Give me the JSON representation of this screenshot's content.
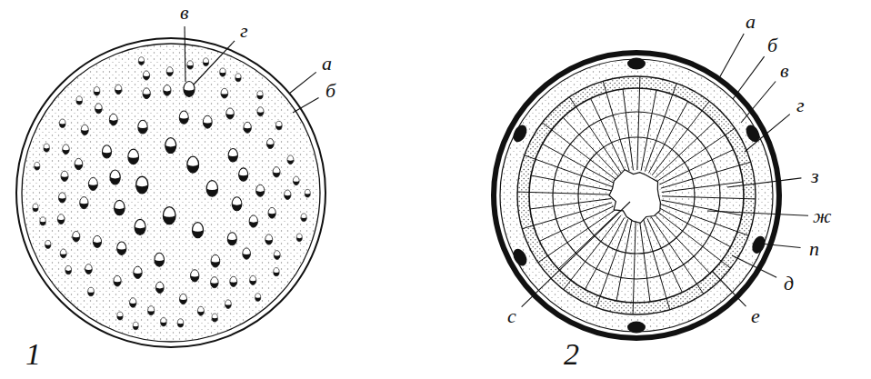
{
  "diagram": {
    "labels": [
      "в",
      "г",
      "а",
      "б",
      "1",
      "а",
      "б",
      "в",
      "г",
      "з",
      "ж",
      "п",
      "д",
      "е",
      "с",
      "2"
    ]
  }
}
